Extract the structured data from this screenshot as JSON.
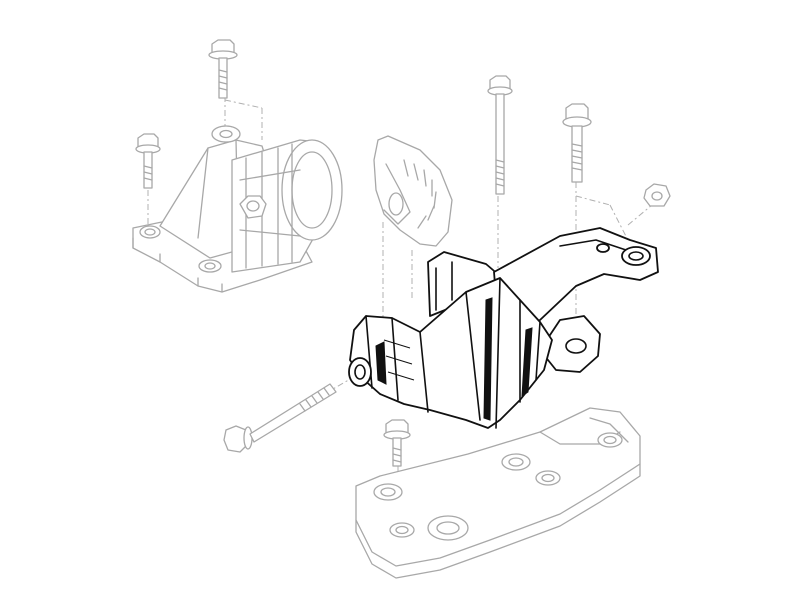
{
  "diagram": {
    "style": "exploded-view line drawing",
    "colors": {
      "background": "#ffffff",
      "highlight_line": "#111111",
      "context_line": "#a8a8a8",
      "leader_line": "#b0b0b0"
    },
    "parts": [
      {
        "id": "engine-mount-rubber",
        "icon": "rubber-mount-icon",
        "highlighted": false
      },
      {
        "id": "heat-shield-plate",
        "icon": "shield-plate-icon",
        "highlighted": false
      },
      {
        "id": "gearbox-support-bracket",
        "icon": "bracket-icon",
        "highlighted": true
      },
      {
        "id": "lower-support-plate",
        "icon": "base-plate-icon",
        "highlighted": false
      },
      {
        "id": "bolt-top-left",
        "icon": "bolt-icon",
        "highlighted": false
      },
      {
        "id": "bolt-left",
        "icon": "bolt-icon",
        "highlighted": false
      },
      {
        "id": "bolt-long-center",
        "icon": "bolt-icon",
        "highlighted": false
      },
      {
        "id": "bolt-right",
        "icon": "bolt-icon",
        "highlighted": false
      },
      {
        "id": "nut-right",
        "icon": "nut-icon",
        "highlighted": false
      },
      {
        "id": "bolt-horizontal",
        "icon": "bolt-icon",
        "highlighted": false
      },
      {
        "id": "bolt-lower",
        "icon": "bolt-icon",
        "highlighted": false
      }
    ]
  }
}
